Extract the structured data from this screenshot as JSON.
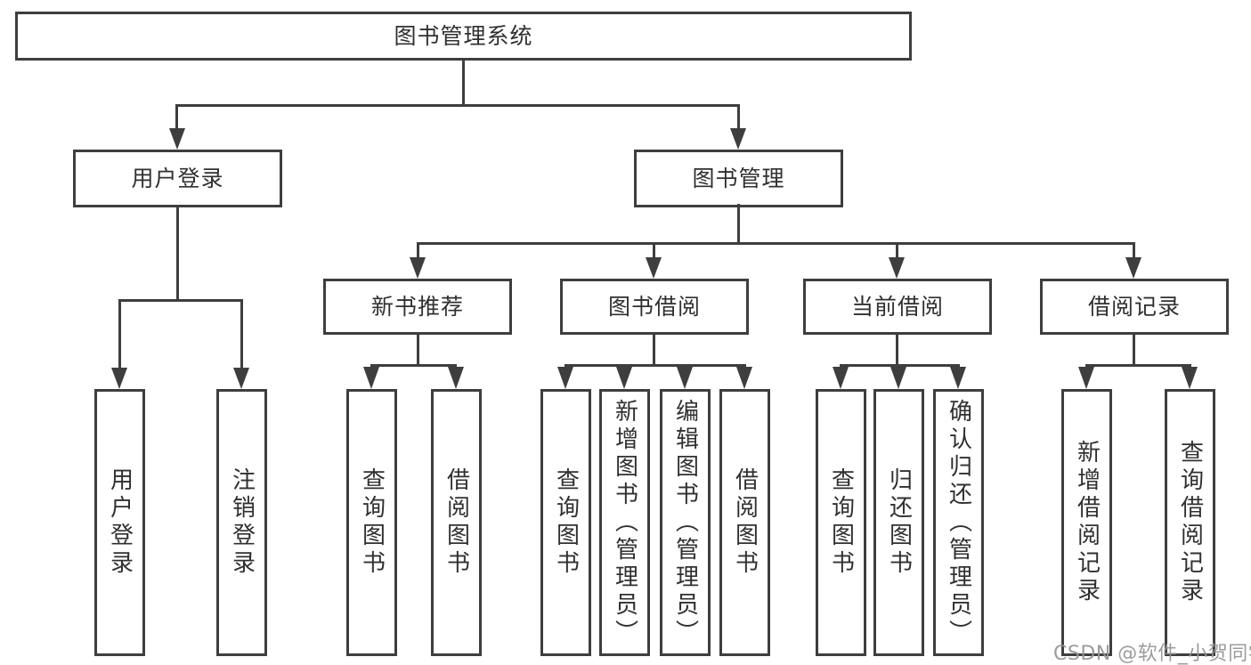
{
  "diagram": {
    "root": {
      "label": "图书管理系统"
    },
    "level2": [
      {
        "label": "用户登录"
      },
      {
        "label": "图书管理"
      }
    ],
    "level3": [
      {
        "label": "新书推荐"
      },
      {
        "label": "图书借阅"
      },
      {
        "label": "当前借阅"
      },
      {
        "label": "借阅记录"
      }
    ],
    "leaves": {
      "user_login": [
        "用户登录",
        "注销登录"
      ],
      "new_book_recommend": [
        "查询图书",
        "借阅图书"
      ],
      "book_borrow": [
        "查询图书",
        "新增图书（管理员）",
        "编辑图书（管理员）",
        "借阅图书"
      ],
      "current_borrow": [
        "查询图书",
        "归还图书",
        "确认归还（管理员）"
      ],
      "borrow_record": [
        "新增借阅记录",
        "查询借阅记录"
      ]
    },
    "watermark": "CSDN @软件_小贺同学",
    "colors": {
      "line": "#3e3e3e",
      "text": "#303030",
      "watermark": "#949494",
      "background": "#ffffff"
    }
  }
}
